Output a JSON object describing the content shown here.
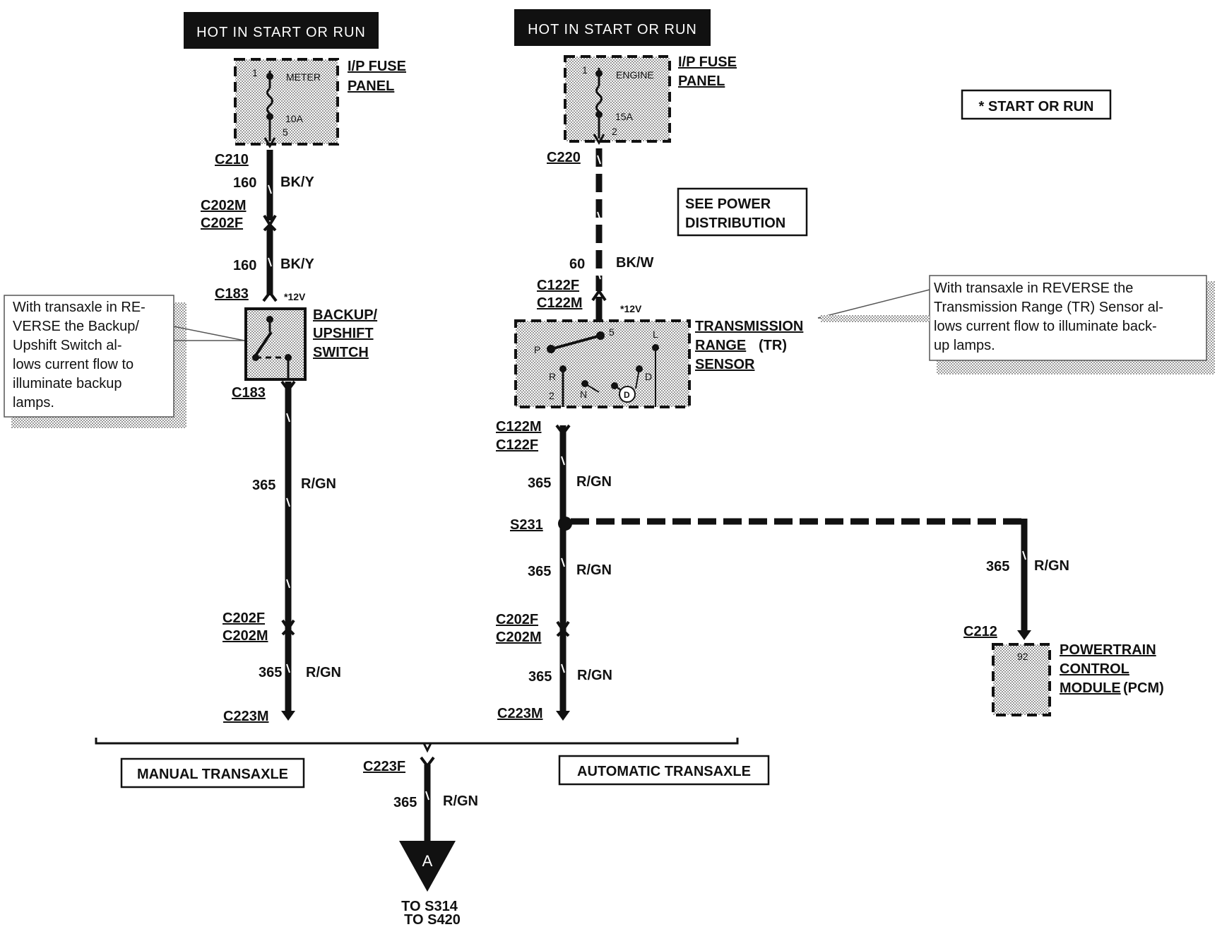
{
  "headers": {
    "left": "HOT IN START OR RUN",
    "right": "HOT IN START OR RUN"
  },
  "legend": {
    "start_or_run": "* START OR RUN"
  },
  "fuse_left": {
    "title": [
      "I/P FUSE",
      "PANEL"
    ],
    "pin_top": "1",
    "name": "METER",
    "rating": "10A",
    "pin_bottom": "5"
  },
  "fuse_right": {
    "title": [
      "I/P FUSE",
      "PANEL"
    ],
    "pin_top": "1",
    "name": "ENGINE",
    "rating": "15A",
    "pin_bottom": "2"
  },
  "see_power": [
    "SEE POWER",
    "DISTRIBUTION"
  ],
  "left_path": {
    "c210": "C210",
    "wire1_num": "160",
    "wire1_color": "BK/Y",
    "c202m_top": "C202M",
    "c202f_top": "C202F",
    "wire2_num": "160",
    "wire2_color": "BK/Y",
    "c183_top": "C183",
    "volt": "*12V",
    "switch_title": [
      "BACKUP/",
      "UPSHIFT",
      "SWITCH"
    ],
    "c183_bottom": "C183",
    "wire3_num": "365",
    "wire3_color": "R/GN",
    "c202f_bottom": "C202F",
    "c202m_bottom": "C202M",
    "wire4_num": "365",
    "wire4_color": "R/GN",
    "c223m": "C223M"
  },
  "right_path": {
    "c220": "C220",
    "wire1_num": "60",
    "wire1_color": "BK/W",
    "c122f_top": "C122F",
    "c122m_top": "C122M",
    "volt": "*12V",
    "tr_title": [
      "TRANSMISSION",
      "RANGE",
      "(TR)",
      "SENSOR"
    ],
    "tr_pins": {
      "p": "P",
      "five": "5",
      "l": "L",
      "r": "R",
      "n": "N",
      "od": "D",
      "d": "D",
      "two": "2"
    },
    "c122m_bottom": "C122M",
    "c122f_bottom": "C122F",
    "wire2_num": "365",
    "wire2_color": "R/GN",
    "s231": "S231",
    "wire3_num": "365",
    "wire3_color": "R/GN",
    "c202f": "C202F",
    "c202m": "C202M",
    "wire4_num": "365",
    "wire4_color": "R/GN",
    "c223m": "C223M"
  },
  "pcm_branch": {
    "wire_num": "365",
    "wire_color": "R/GN",
    "c212": "C212",
    "pin": "92",
    "title": [
      "POWERTRAIN",
      "CONTROL",
      "MODULE",
      "(PCM)"
    ]
  },
  "bottom": {
    "manual": "MANUAL TRANSAXLE",
    "automatic": "AUTOMATIC TRANSAXLE",
    "c223f": "C223F",
    "wire_num": "365",
    "wire_color": "R/GN",
    "marker": "A",
    "to1": "TO S314",
    "to2": "TO S420"
  },
  "callout_left": [
    "With transaxle in RE-",
    "VERSE the Backup/",
    "Upshift  Switch  al-",
    "lows current flow to",
    "illuminate    backup",
    "lamps."
  ],
  "callout_right": [
    "With  transaxle  in  REVERSE  the",
    "Transmission Range (TR) Sensor al-",
    "lows current flow to illuminate back-",
    "up lamps."
  ]
}
